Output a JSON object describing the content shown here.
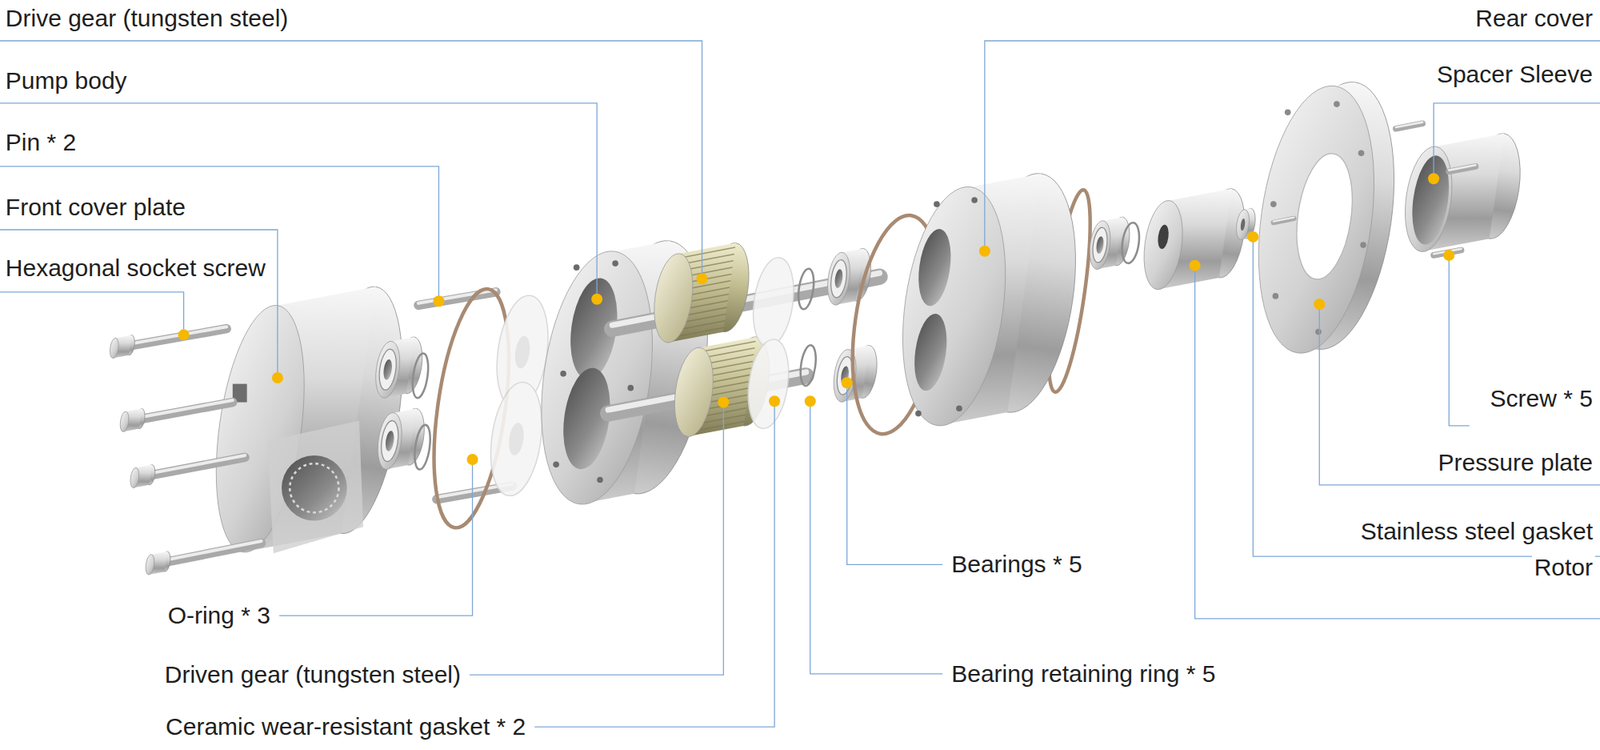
{
  "diagram": {
    "labels": [
      "Drive gear (tungsten steel)",
      "Pump body",
      "Pin * 2",
      "Front cover plate",
      "Hexagonal socket screw",
      "O-ring * 3",
      "Driven gear (tungsten steel)",
      "Ceramic wear-resistant gasket * 2",
      "Bearings * 5",
      "Bearing retaining ring * 5",
      "Rear cover",
      "Spacer Sleeve",
      "Screw * 5",
      "Pressure plate",
      "Stainless steel gasket",
      "Rotor"
    ]
  }
}
